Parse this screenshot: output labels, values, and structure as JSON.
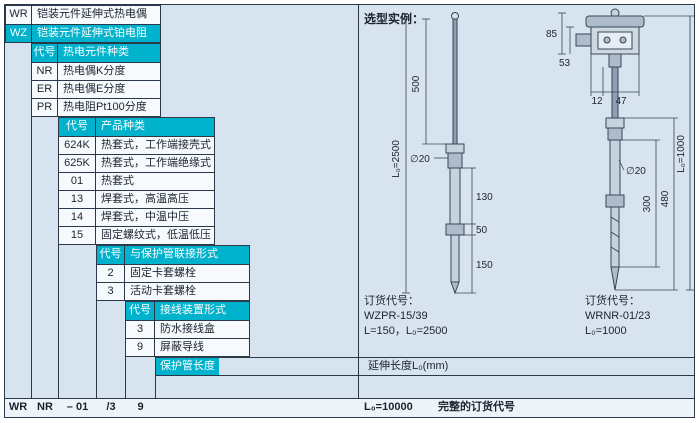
{
  "family": {
    "rows": [
      {
        "code": "WR",
        "desc": "铠装元件延伸式热电偶"
      },
      {
        "code": "WZ",
        "desc": "铠装元件延伸式铂电阻"
      }
    ]
  },
  "sections": [
    {
      "code_header": "代号",
      "label": "热电元件种类",
      "rows": [
        {
          "code": "NR",
          "desc": "热电偶K分度"
        },
        {
          "code": "ER",
          "desc": "热电偶E分度"
        },
        {
          "code": "PR",
          "desc": "热电阻Pt100分度"
        }
      ]
    },
    {
      "code_header": "代号",
      "label": "产品种类",
      "rows": [
        {
          "code": "624K",
          "desc": "热套式，工作端接壳式"
        },
        {
          "code": "625K",
          "desc": "热套式，工作端绝缘式"
        },
        {
          "code": "01",
          "desc": "热套式"
        },
        {
          "code": "13",
          "desc": "焊套式，高温高压"
        },
        {
          "code": "14",
          "desc": "焊套式，中温中压"
        },
        {
          "code": "15",
          "desc": "固定螺纹式，低温低压"
        }
      ]
    },
    {
      "code_header": "代号",
      "label": "与保护管联接形式",
      "rows": [
        {
          "code": "2",
          "desc": "固定卡套螺栓"
        },
        {
          "code": "3",
          "desc": "活动卡套螺栓"
        }
      ]
    },
    {
      "code_header": "代号",
      "label": "接线装置形式",
      "rows": [
        {
          "code": "3",
          "desc": "防水接线盒"
        },
        {
          "code": "9",
          "desc": "屏蔽导线"
        }
      ]
    }
  ],
  "length_row": {
    "header": "保护管长度",
    "label": "延伸长度L₀(mm)"
  },
  "example": {
    "heading": "选型实例：",
    "left_drawing": {
      "dim_upper": "500",
      "dim_total": "L₀=2500",
      "dia": "∅20",
      "dim_a": "130",
      "dim_b": "50",
      "dim_c": "150"
    },
    "right_drawing": {
      "dim_head": "85",
      "dim_cap": "53",
      "dim_x1": "12",
      "dim_x2": "47",
      "dia": "∅20",
      "dim_a": "300",
      "dim_b": "480",
      "dim_total": "L₀=1000"
    },
    "left_order": {
      "caption": "订货代号：",
      "code": "WZPR-15/39",
      "detail": "L=150，L₀=2500"
    },
    "right_order": {
      "caption": "订货代号：",
      "code": "WRNR-01/23",
      "detail": "L₀=1000"
    }
  },
  "assembled": {
    "seg0": "WR",
    "seg1": "NR",
    "seg2": "– 01",
    "seg3": "/3",
    "seg4": "9",
    "length": "L₀=10000",
    "note": "完整的订货代号"
  },
  "colors": {
    "accent": "#00b2cc",
    "panel_bg": "#d7e3ef",
    "line": "#2b3a4a"
  }
}
